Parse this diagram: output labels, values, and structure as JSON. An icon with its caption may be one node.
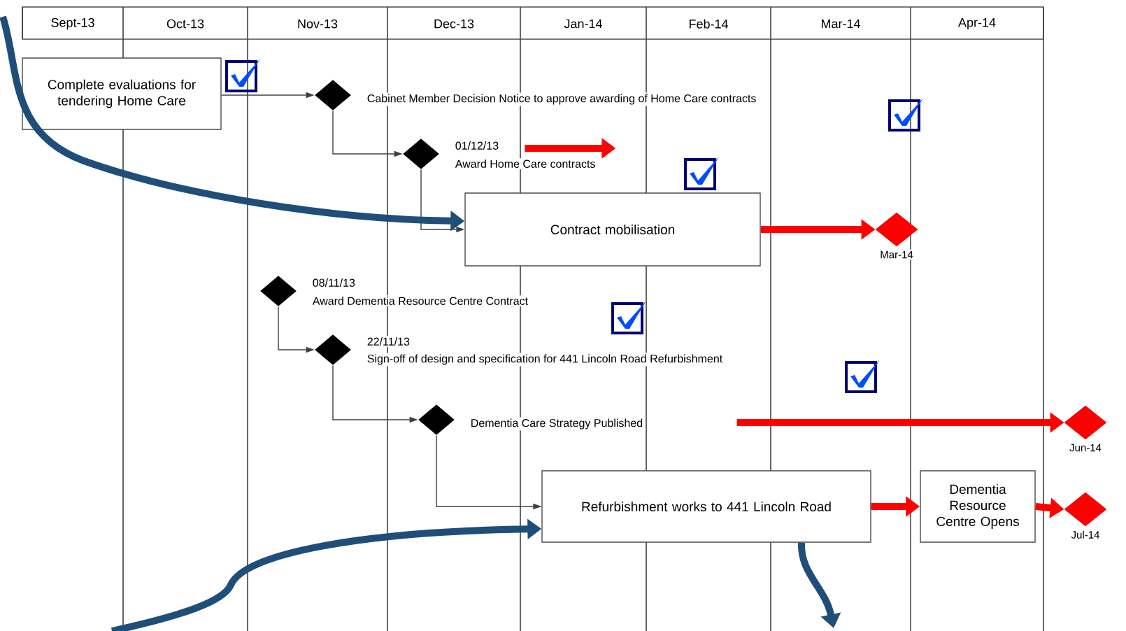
{
  "diagram": {
    "nodes": [
      {
        "text": [
          "Complete evaluations for tendering Home Care"
        ]
      },
      {
        "text": [],
        "shape": "diamond",
        "beside": [
          "Cabinet Member Decision Notice to approve awarding of Home Care contracts"
        ]
      },
      {
        "text": [],
        "shape": "diamond",
        "beside": [
          "01/12/13",
          "Award Home Care contracts"
        ]
      },
      {
        "text": [
          "Contract mobilisation"
        ]
      },
      {
        "text": [],
        "shape": "diamond",
        "beside": [
          "Mar-14"
        ]
      },
      {
        "text": [],
        "shape": "diamond",
        "beside": [
          "08/11/13",
          "Award Dementia Resource Centre Contract"
        ]
      },
      {
        "text": [],
        "shape": "diamond",
        "beside": [
          "22/11/13",
          "Sign-off of design and specification for 441 Lincoln Road Refurbishment"
        ]
      },
      {
        "text": [],
        "shape": "diamond",
        "beside": [
          "Dementia Care Strategy Published"
        ]
      },
      {
        "text": [
          "Refurbishment works to 441 Lincoln Road"
        ]
      },
      {
        "text": [
          "Dementia Resource Centre Opens"
        ]
      },
      {
        "text": [],
        "shape": "diamond",
        "beside": [
          "Jun-14"
        ]
      },
      {
        "text": [],
        "shape": "diamond",
        "beside": [
          "Jul-14"
        ]
      }
    ],
    "edges": [
      {
        "from": 0,
        "to": 1,
        "arrow": "to",
        "color": "#404040"
      },
      {
        "from": 1,
        "to": 2,
        "arrow": "to",
        "color": "#404040"
      },
      {
        "from": 2,
        "to": 3,
        "arrow": "to",
        "color": "#404040"
      },
      {
        "from": 2,
        "to": null,
        "arrow": "to",
        "color": "#ff0000"
      },
      {
        "from": 3,
        "to": 4,
        "arrow": "to",
        "color": "#ff0000"
      },
      {
        "from": 5,
        "to": 6,
        "arrow": "to",
        "color": "#404040"
      },
      {
        "from": 6,
        "to": 7,
        "arrow": "to",
        "color": "#404040"
      },
      {
        "from": null,
        "to": 10,
        "arrow": "to",
        "color": "#ff0000"
      },
      {
        "from": 7,
        "to": 8,
        "arrow": "to",
        "color": "#404040"
      },
      {
        "from": 8,
        "to": 9,
        "arrow": "to",
        "color": "#ff0000"
      },
      {
        "from": 9,
        "to": 11,
        "arrow": "to",
        "color": "#ff0000"
      },
      {
        "from": null,
        "to": 3,
        "arrow": "to",
        "color": "#1f4e79"
      },
      {
        "from": null,
        "to": 8,
        "arrow": "to",
        "color": "#1f4e79"
      },
      {
        "from": 8,
        "to": null,
        "arrow": "to",
        "color": "#1f4e79"
      }
    ],
    "labels": [
      "Sept-13",
      "Oct-13",
      "Nov-13",
      "Dec-13",
      "Jan-14",
      "Feb-14",
      "Mar-14",
      "Apr-14"
    ]
  }
}
